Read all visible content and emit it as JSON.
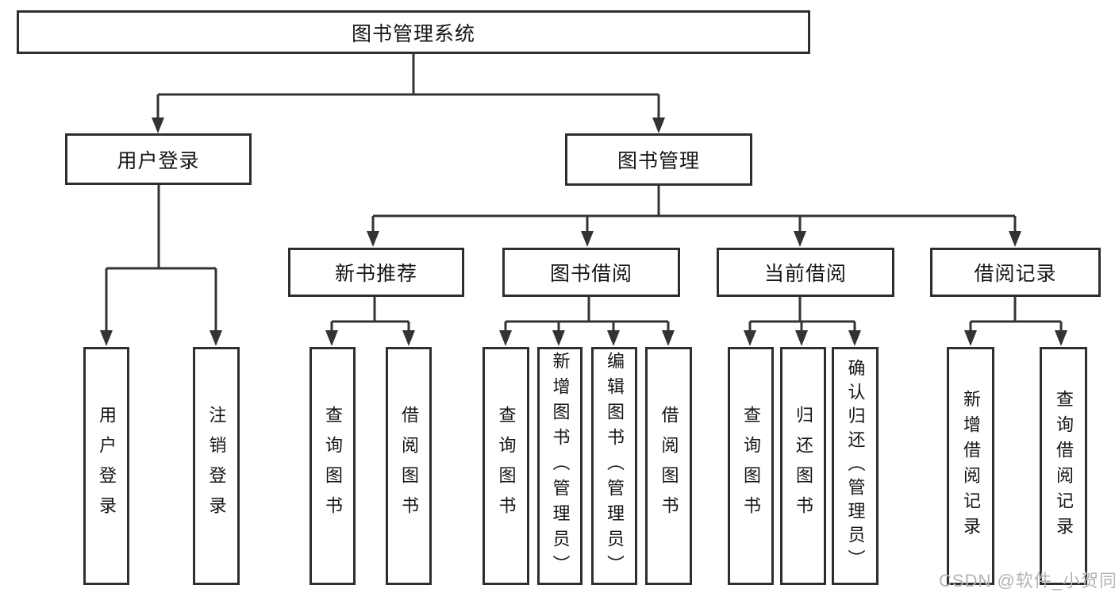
{
  "diagram": {
    "title": "图书管理系统",
    "branches": {
      "user_login": "用户登录",
      "book_management": "图书管理"
    },
    "modules": {
      "new_book_recommend": "新书推荐",
      "book_borrow": "图书借阅",
      "current_borrow": "当前借阅",
      "borrow_records": "借阅记录"
    },
    "leaves": {
      "user_login": "用户登录",
      "logout": "注销登录",
      "rec_query_books": "查询图书",
      "rec_borrow_books": "借阅图书",
      "bor_query_books": "查询图书",
      "bor_add_book_admin": "新增图书（管理员）",
      "bor_edit_book_admin": "编辑图书（管理员）",
      "bor_borrow_books": "借阅图书",
      "cur_query_books": "查询图书",
      "cur_return_book": "归还图书",
      "cur_confirm_return_admin": "确认归还（管理员）",
      "hist_add_record": "新增借阅记录",
      "hist_query_record": "查询借阅记录"
    },
    "hierarchy": {
      "图书管理系统": {
        "用户登录": [
          "用户登录",
          "注销登录"
        ],
        "图书管理": {
          "新书推荐": [
            "查询图书",
            "借阅图书"
          ],
          "图书借阅": [
            "查询图书",
            "新增图书（管理员）",
            "编辑图书（管理员）",
            "借阅图书"
          ],
          "当前借阅": [
            "查询图书",
            "归还图书",
            "确认归还（管理员）"
          ],
          "借阅记录": [
            "新增借阅记录",
            "查询借阅记录"
          ]
        }
      }
    },
    "watermark": "CSDN @软件_小贺同学",
    "colors": {
      "line": "#333333",
      "box_border": "#2e2e2e",
      "text": "#151515",
      "watermark": "#b4b4b4",
      "background": "#ffffff"
    }
  }
}
